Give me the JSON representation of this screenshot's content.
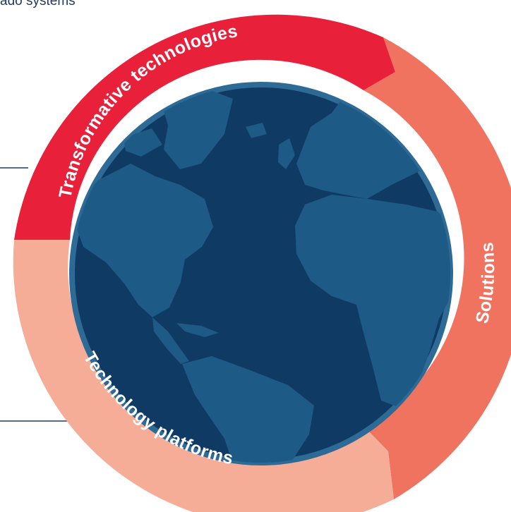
{
  "top_caption": "ado systems",
  "ring": {
    "segments": [
      {
        "label": "Transformative technologies",
        "color": "#e8203a"
      },
      {
        "label": "Solutions",
        "color": "#f07360"
      },
      {
        "label": "Technology platforms",
        "color": "#f6ad98"
      }
    ]
  },
  "globe": {
    "ocean_color": "#0f3a63",
    "land_color": "#1d5a86",
    "rim_color": "#2e6a96"
  },
  "connector_color": "#1f3a5f"
}
